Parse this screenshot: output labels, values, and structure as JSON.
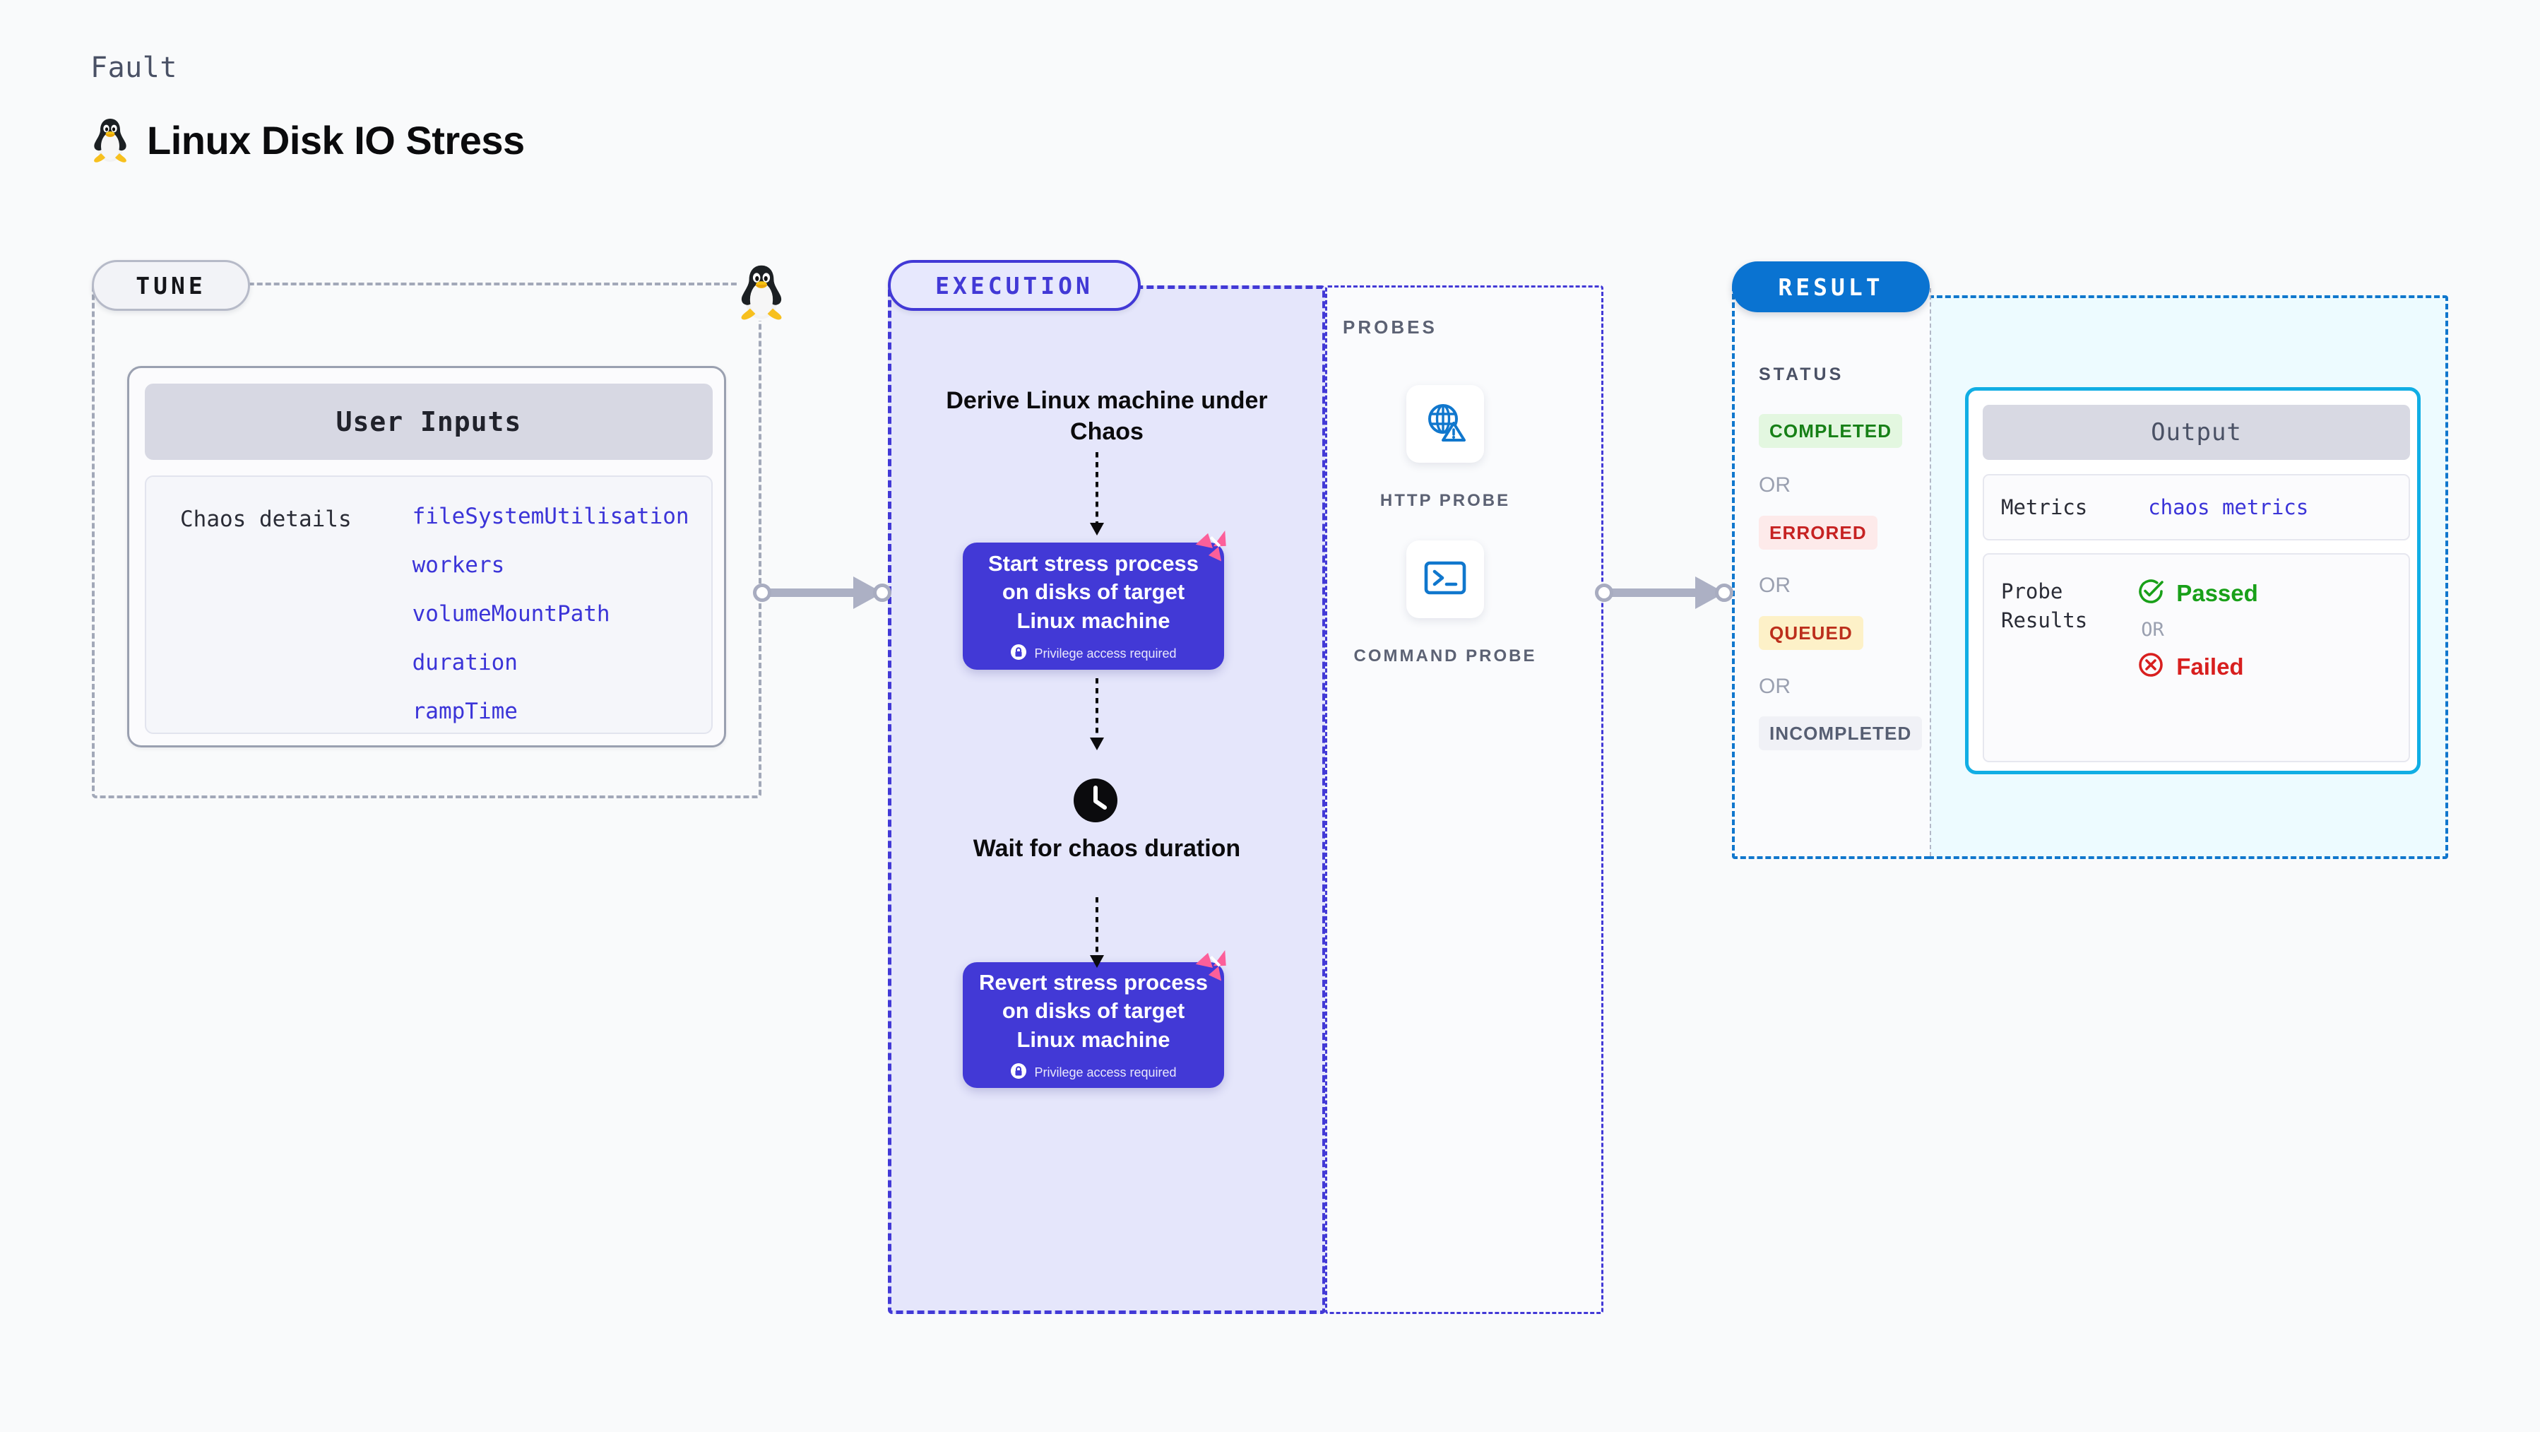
{
  "header": {
    "kicker": "Fault",
    "title": "Linux Disk IO Stress",
    "icon": "linux-penguin-icon"
  },
  "tune": {
    "pill_label": "TUNE",
    "card_title": "User Inputs",
    "group_label": "Chaos details",
    "params": [
      "fileSystemUtilisation",
      "workers",
      "volumeMountPath",
      "duration",
      "rampTime"
    ],
    "border_icon": "linux-penguin-icon"
  },
  "execution": {
    "pill_label": "EXECUTION",
    "derive_title": "Derive Linux machine under Chaos",
    "start_action": {
      "text": "Start stress process on disks of target Linux machine",
      "privilege_note": "Privilege access required",
      "privilege_icon": "lock-icon",
      "corner_icon": "litmus-flag-icon"
    },
    "wait_title": "Wait for chaos duration",
    "wait_icon": "clock-icon",
    "revert_action": {
      "text": "Revert stress process on disks of target Linux machine",
      "privilege_note": "Privilege access required",
      "privilege_icon": "lock-icon",
      "corner_icon": "litmus-flag-icon"
    }
  },
  "probes": {
    "label": "PROBES",
    "items": [
      {
        "caption": "HTTP PROBE",
        "icon": "globe-warning-icon"
      },
      {
        "caption": "COMMAND PROBE",
        "icon": "terminal-icon"
      }
    ]
  },
  "result": {
    "pill_label": "RESULT",
    "status_label": "STATUS",
    "or_label": "OR",
    "statuses": [
      {
        "label": "COMPLETED",
        "bg": "#e3f7e0",
        "fg": "#178017"
      },
      {
        "label": "ERRORED",
        "bg": "#fdeaea",
        "fg": "#c62222"
      },
      {
        "label": "QUEUED",
        "bg": "#fdf1c8",
        "fg": "#bc2f1c"
      },
      {
        "label": "INCOMPLETED",
        "bg": "#f0f1f6",
        "fg": "#565e72"
      }
    ],
    "output": {
      "title": "Output",
      "metrics_label": "Metrics",
      "metrics_value": "chaos metrics",
      "probe_results_label": "Probe\nResults",
      "passed_label": "Passed",
      "passed_icon": "check-circle-icon",
      "or_label": "OR",
      "failed_label": "Failed",
      "failed_icon": "x-circle-icon"
    }
  },
  "colors": {
    "page_bg": "#f9fafb",
    "accent_purple": "#4239d6",
    "accent_blue": "#1077cd",
    "accent_cyan": "#11aee4",
    "litmus_pink": "#fc5f9a",
    "connector_gray": "#acb0c4"
  }
}
